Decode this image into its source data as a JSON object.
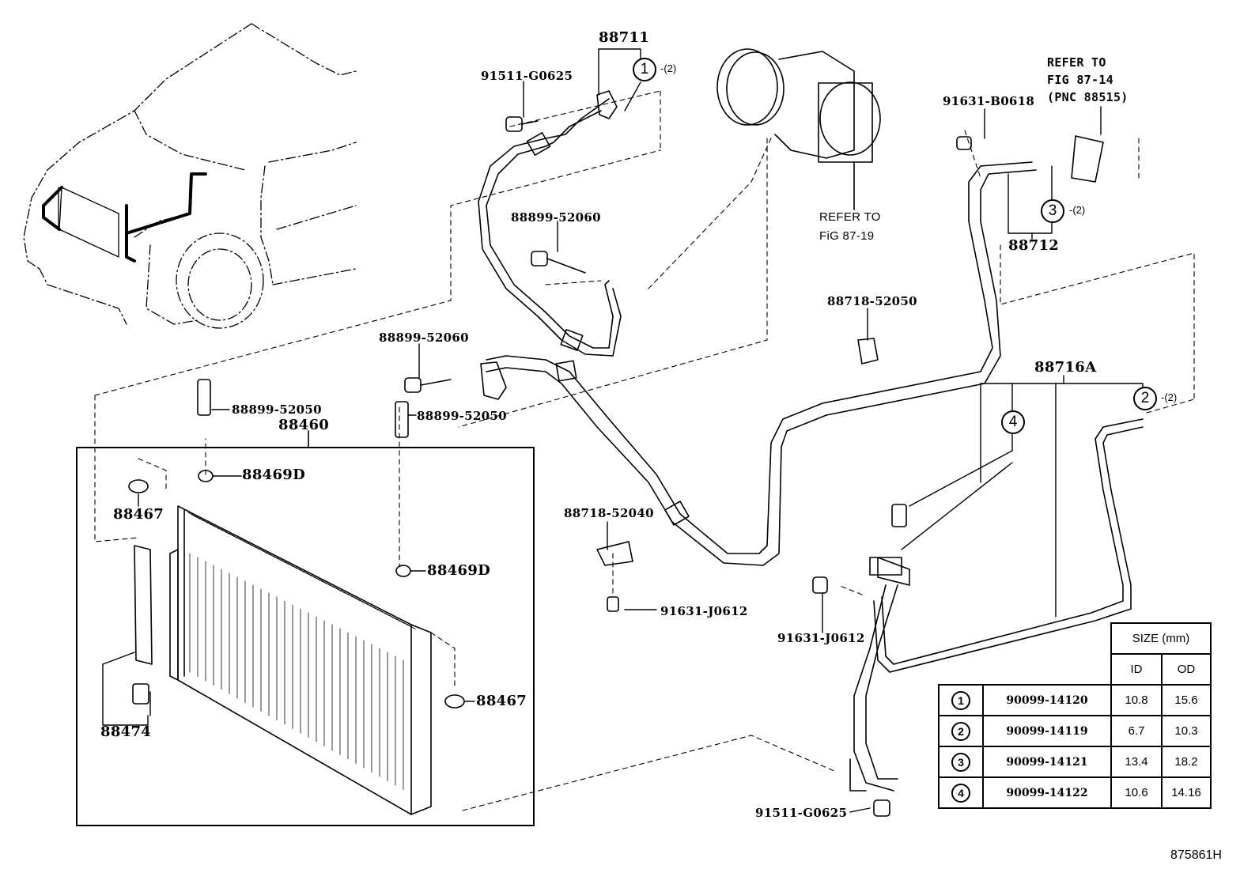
{
  "figure_id": "875861H",
  "callouts": {
    "hose_88711": "88711",
    "bolt_top_left": "91511-G0625",
    "bolt_88899_52060_upper": "88899-52060",
    "bolt_88899_52060_lower": "88899-52060",
    "compressor_ref_line1": "REFER TO",
    "compressor_ref_line2": "FiG 87-19",
    "valve_ref_line1": "REFER TO",
    "valve_ref_line2": "FIG 87-14",
    "valve_ref_line3": "(PNC 88515)",
    "bolt_91631_b0618": "91631-B0618",
    "pipe_88712": "88712",
    "clamp_88718_52050": "88718-52050",
    "pipe_88716a": "88716A",
    "condenser_88460": "88460",
    "bolt_88899_52050_left": "88899-52050",
    "bolt_88899_52050_right": "88899-52050",
    "cushion_88469d_upper": "88469D",
    "cushion_88469d_lower": "88469D",
    "cushion_88467_left": "88467",
    "cushion_88467_right": "88467",
    "dryer_88474": "88474",
    "clamp_88718_52040": "88718-52040",
    "bolt_91631_j0612_center": "91631-J0612",
    "bolt_91631_j0612_right": "91631-J0612",
    "bolt_91511_g0625_bottom": "91511-G0625"
  },
  "oring_markers": [
    {
      "num": "1",
      "qty": "-(2)"
    },
    {
      "num": "2",
      "qty": "-(2)"
    },
    {
      "num": "3",
      "qty": "-(2)"
    },
    {
      "num": "4",
      "qty": ""
    }
  ],
  "size_table": {
    "header": "SIZE (mm)",
    "col_id": "ID",
    "col_od": "OD",
    "rows": [
      {
        "num": "1",
        "part": "90099-14120",
        "id": "10.8",
        "od": "15.6"
      },
      {
        "num": "2",
        "part": "90099-14119",
        "id": "6.7",
        "od": "10.3"
      },
      {
        "num": "3",
        "part": "90099-14121",
        "id": "13.4",
        "od": "18.2"
      },
      {
        "num": "4",
        "part": "90099-14122",
        "id": "10.6",
        "od": "14.16"
      }
    ]
  }
}
